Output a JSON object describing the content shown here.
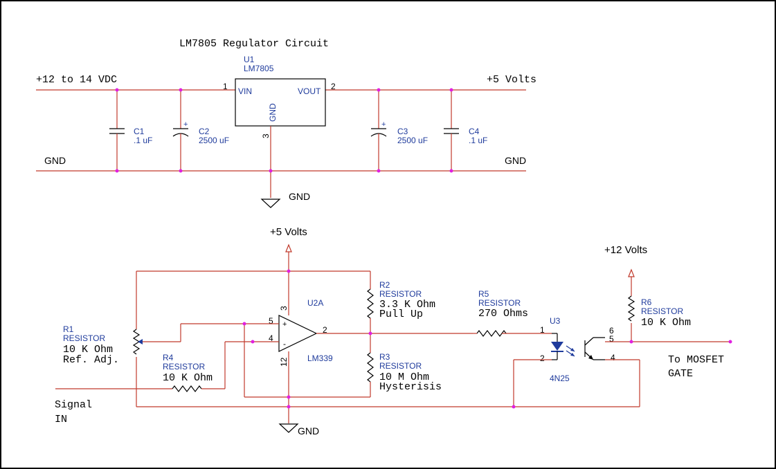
{
  "title": "LM7805 Regulator Circuit",
  "rails": {
    "input": "+12 to 14 VDC",
    "output": "+5 Volts",
    "gnd_left": "GND",
    "gnd_right": "GND",
    "gnd_symbol_1": "GND",
    "gnd_symbol_2": "GND",
    "plus5": "+5 Volts",
    "plus12": "+12 Volts"
  },
  "u1": {
    "ref": "U1",
    "part": "LM7805",
    "vin": "VIN",
    "vout": "VOUT",
    "gnd": "GND",
    "pin1": "1",
    "pin2": "2",
    "pin3": "3"
  },
  "caps": [
    {
      "ref": "C1",
      "value": ".1 uF"
    },
    {
      "ref": "C2",
      "value": "2500 uF"
    },
    {
      "ref": "C3",
      "value": "2500 uF"
    },
    {
      "ref": "C4",
      "value": ".1 uF"
    }
  ],
  "polarity": "+",
  "u2": {
    "ref": "U2A",
    "part": "LM339",
    "pin_plus": "+",
    "pin_minus": "-",
    "pin5": "5",
    "pin4": "4",
    "pin3": "3",
    "pin2": "2",
    "pin12": "12"
  },
  "resistors": {
    "r1": {
      "ref": "R1",
      "type": "RESISTOR",
      "value": "10 K Ohm",
      "note": "Ref. Adj."
    },
    "r2": {
      "ref": "R2",
      "type": "RESISTOR",
      "value": "3.3 K Ohm",
      "note": "Pull Up"
    },
    "r3": {
      "ref": "R3",
      "type": "RESISTOR",
      "value": "10 M Ohm",
      "note": "Hysterisis"
    },
    "r4": {
      "ref": "R4",
      "type": "RESISTOR",
      "value": "10 K Ohm"
    },
    "r5": {
      "ref": "R5",
      "type": "RESISTOR",
      "value": "270 Ohms"
    },
    "r6": {
      "ref": "R6",
      "type": "RESISTOR",
      "value": "10 K Ohm"
    }
  },
  "u3": {
    "ref": "U3",
    "part": "4N25",
    "pin1": "1",
    "pin2": "2",
    "pin4": "4",
    "pin5": "5",
    "pin6": "6"
  },
  "signal": {
    "line1": "Signal",
    "line2": "IN"
  },
  "output": {
    "line1": "To MOSFET",
    "line2": "GATE"
  },
  "colors": {
    "wire": "#c0392b",
    "label": "#1f3b9c",
    "junction": "#e020e0",
    "component": "#000000"
  }
}
